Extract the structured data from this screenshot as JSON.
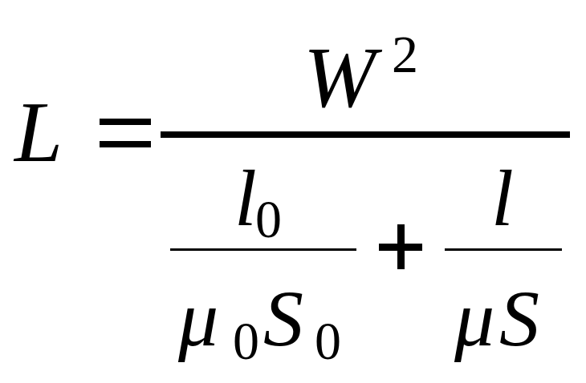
{
  "formula": {
    "lhs": "L",
    "equals": "=",
    "numerator": {
      "base": "W",
      "exponent": "2"
    },
    "denominator": {
      "term1": {
        "numerator_base": "l",
        "numerator_sub": "0",
        "denominator_mu": "μ",
        "denominator_mu_sub": "0",
        "denominator_S": "S",
        "denominator_S_sub": "0"
      },
      "plus": "+",
      "term2": {
        "numerator": "l",
        "denominator_mu": "μ",
        "denominator_S": "S"
      }
    }
  }
}
